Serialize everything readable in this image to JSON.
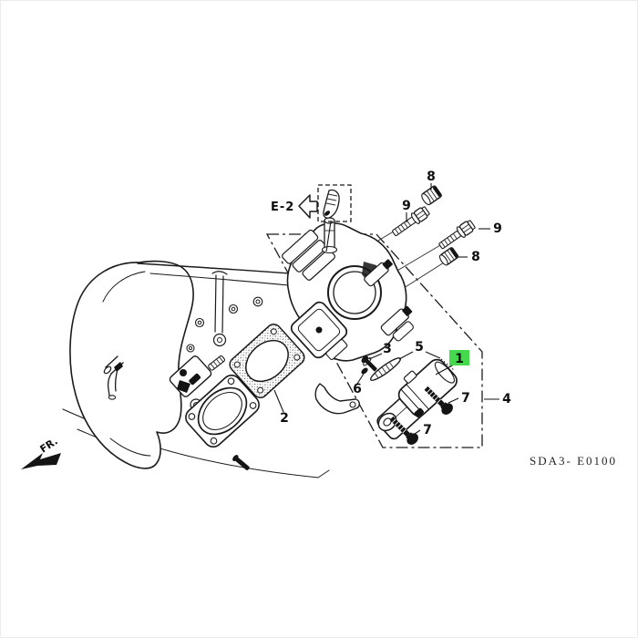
{
  "diagram": {
    "code": "SDA3- E0100",
    "section_ref": "E-2",
    "front_marker": "FR.",
    "highlight_color": "#46d94e"
  },
  "callouts": [
    {
      "label": "1",
      "highlighted": true
    },
    {
      "label": "2",
      "highlighted": false
    },
    {
      "label": "3",
      "highlighted": false
    },
    {
      "label": "4",
      "highlighted": false
    },
    {
      "label": "5",
      "highlighted": false
    },
    {
      "label": "6",
      "highlighted": false
    },
    {
      "label": "7",
      "highlighted": false
    },
    {
      "label": "7",
      "highlighted": false
    },
    {
      "label": "8",
      "highlighted": false
    },
    {
      "label": "8",
      "highlighted": false
    },
    {
      "label": "9",
      "highlighted": false
    },
    {
      "label": "9",
      "highlighted": false
    }
  ]
}
